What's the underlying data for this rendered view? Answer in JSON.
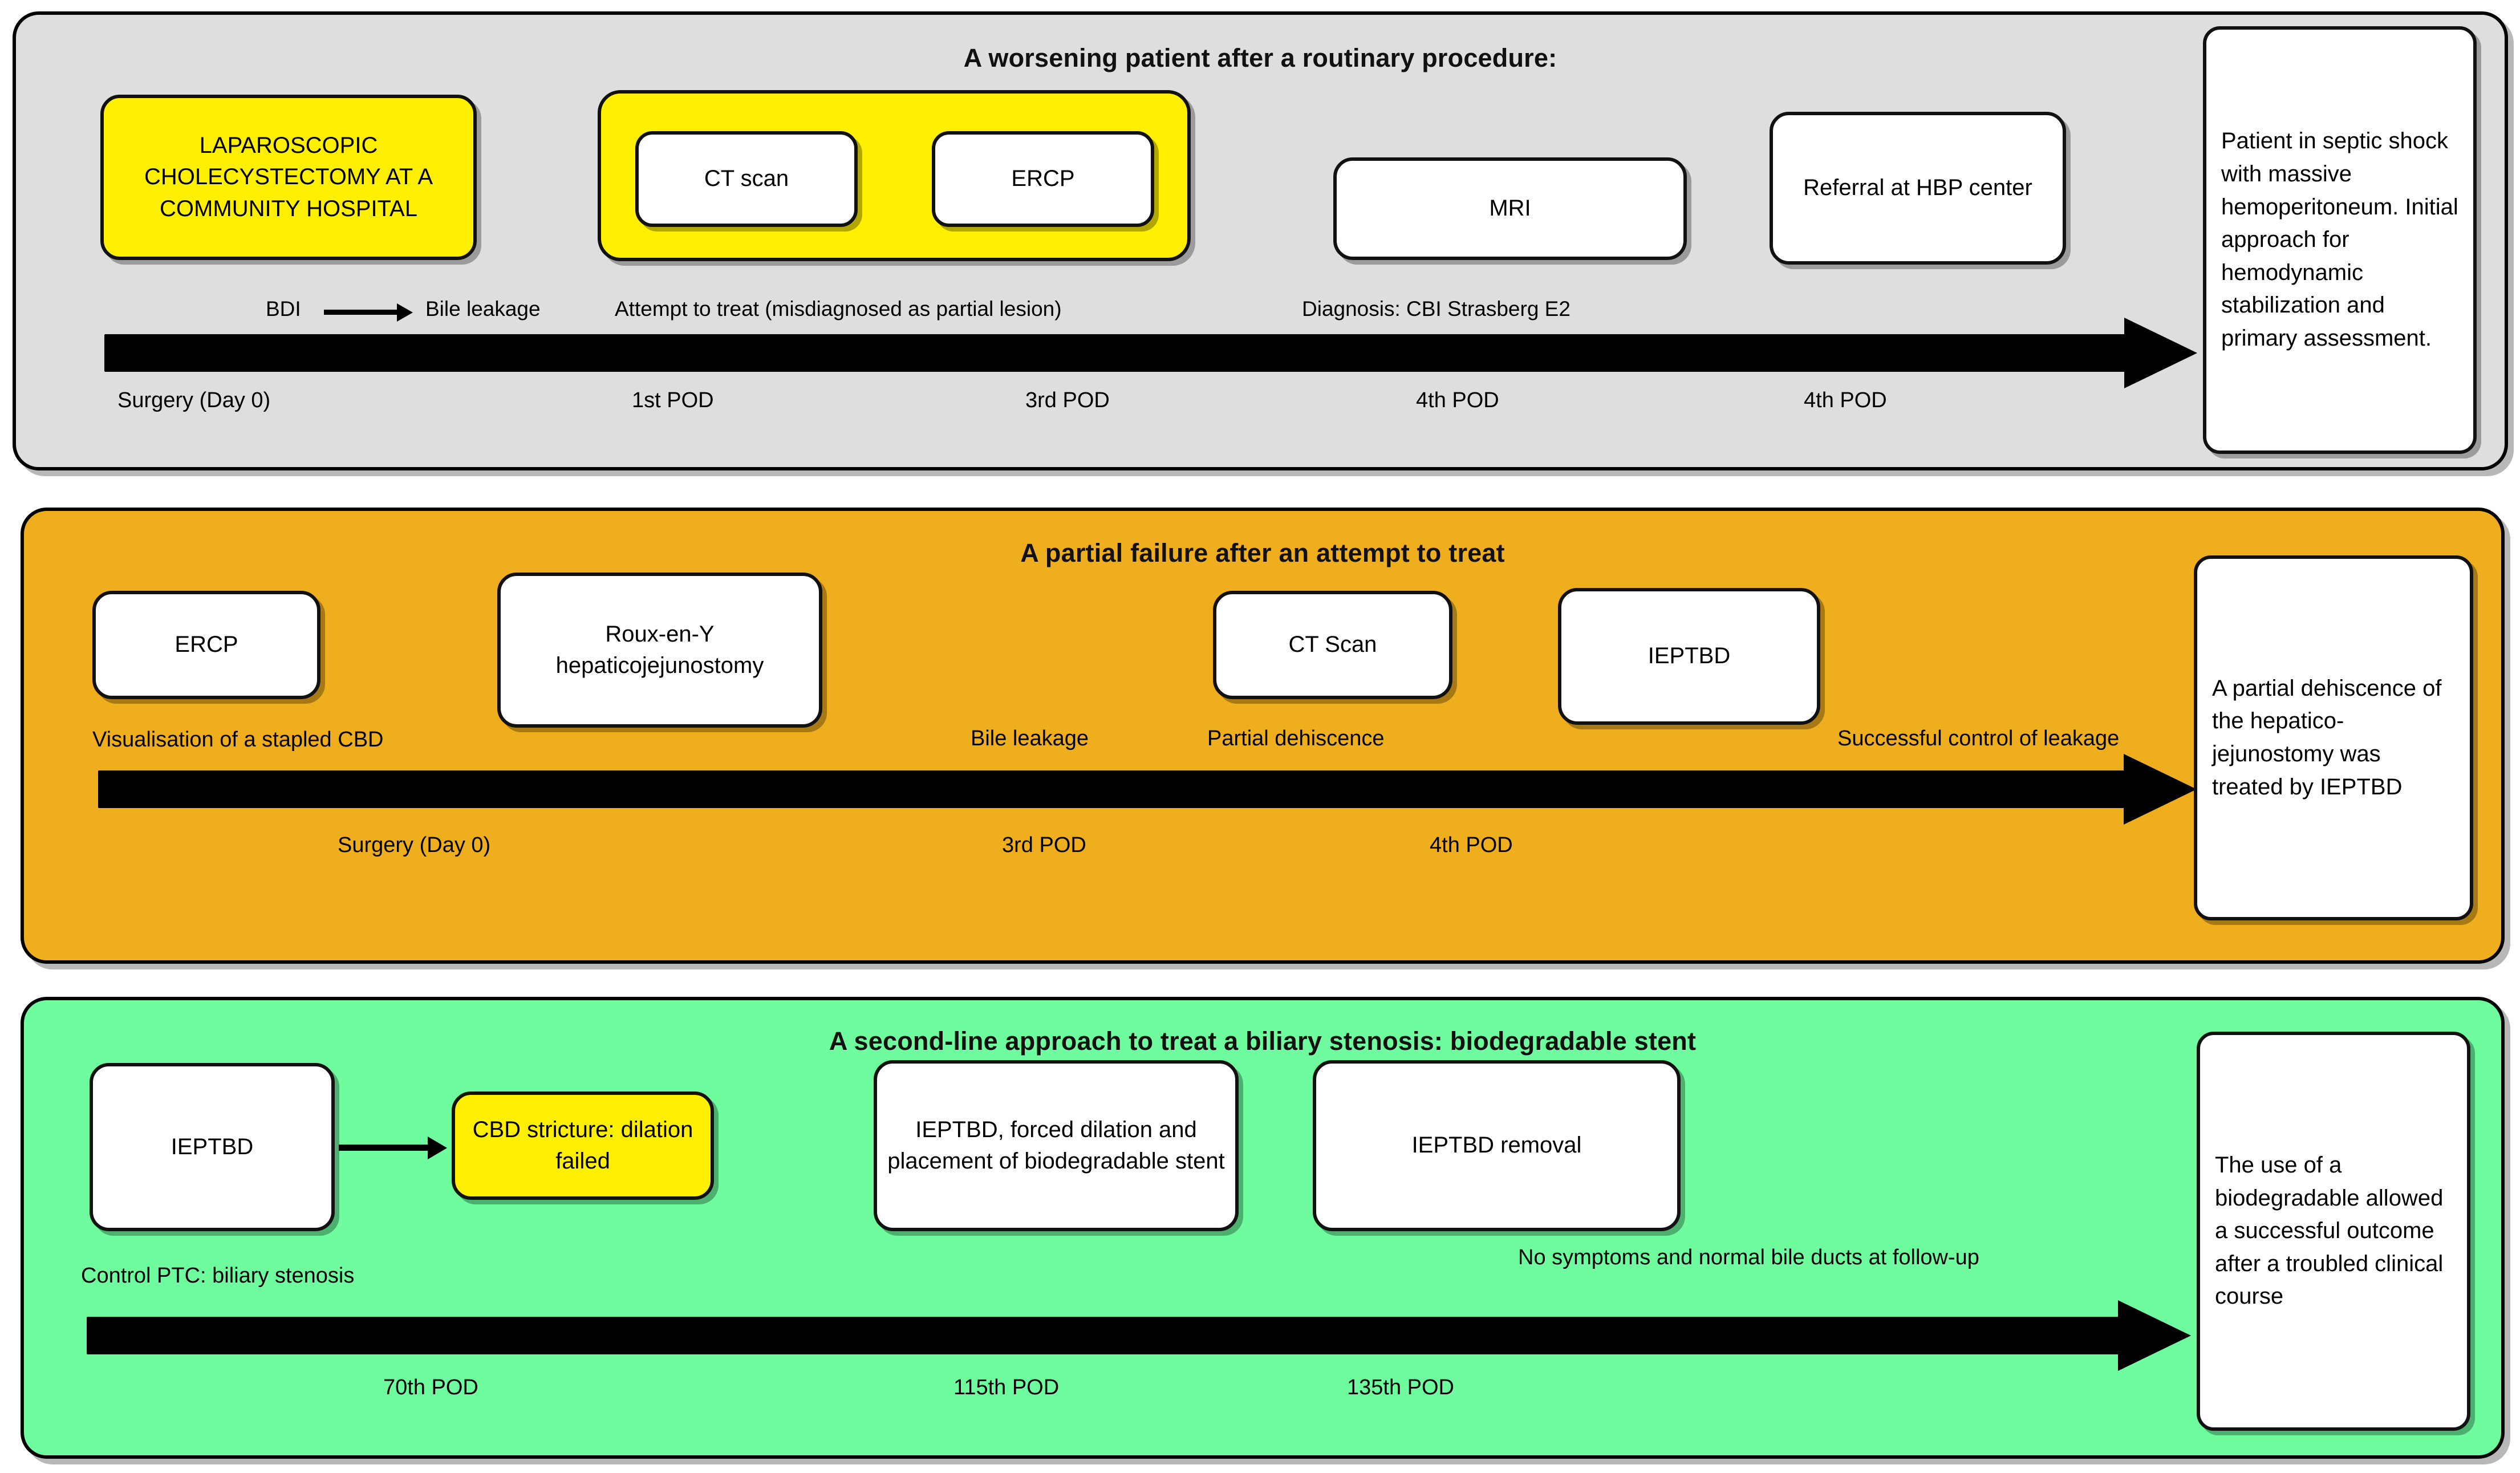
{
  "figure": {
    "panels": [
      {
        "title": "A worsening patient after a routinary procedure:",
        "background_color": "#dedede",
        "nodes": [
          {
            "label": "LAPAROSCOPIC CHOLECYSTECTOMY AT A COMMUNITY HOSPITAL",
            "fill": "#ffef00"
          },
          {
            "label": "CT scan",
            "fill": "#ffffff"
          },
          {
            "label": "ERCP",
            "fill": "#ffffff"
          },
          {
            "label": "MRI",
            "fill": "#ffffff"
          },
          {
            "label": "Referral at HBP center",
            "fill": "#ffffff"
          }
        ],
        "group_box_fill": "#ffef00",
        "captions": [
          "BDI",
          "Bile leakage",
          "Attempt to treat (misdiagnosed as partial lesion)",
          "Diagnosis: CBI Strasberg E2"
        ],
        "timeline_labels": [
          "Surgery (Day 0)",
          "1st POD",
          "3rd POD",
          "4th POD",
          "4th POD"
        ],
        "outcome": "Patient in septic shock with massive hemoperitoneum. Initial approach for hemodynamic stabilization and primary assessment."
      },
      {
        "title": "A partial failure after an attempt to treat",
        "background_color": "#efae1e",
        "nodes": [
          {
            "label": "ERCP",
            "fill": "#ffffff"
          },
          {
            "label": "Roux-en-Y hepaticojejunostomy",
            "fill": "#ffffff"
          },
          {
            "label": "CT Scan",
            "fill": "#ffffff"
          },
          {
            "label": "IEPTBD",
            "fill": "#ffffff"
          }
        ],
        "captions": [
          "Visualisation of a stapled CBD",
          "Bile leakage",
          "Partial dehiscence",
          "Successful control of leakage"
        ],
        "timeline_labels": [
          "Surgery (Day 0)",
          "3rd POD",
          "4th POD"
        ],
        "outcome": "A partial dehiscence of the hepatico-jejunostomy was treated by IEPTBD"
      },
      {
        "title": "A second-line approach to treat a biliary stenosis: biodegradable stent",
        "background_color": "#6efc9f",
        "nodes": [
          {
            "label": "IEPTBD",
            "fill": "#ffffff"
          },
          {
            "label": "CBD stricture: dilation  failed",
            "fill": "#ffef00"
          },
          {
            "label": "IEPTBD, forced dilation and placement of biodegradable stent",
            "fill": "#ffffff"
          },
          {
            "label": "IEPTBD removal",
            "fill": "#ffffff"
          }
        ],
        "captions": [
          "Control PTC: biliary stenosis",
          "No symptoms and normal bile ducts at follow-up"
        ],
        "timeline_labels": [
          "70th POD",
          "115th POD",
          "135th POD"
        ],
        "outcome": "The use of a biodegradable allowed a successful outcome after a troubled clinical course"
      }
    ],
    "colors": {
      "highlight_yellow": "#ffef00",
      "panel_grey": "#dedede",
      "panel_orange": "#efae1e",
      "panel_green": "#6efc9f",
      "stroke": "#000000"
    }
  }
}
